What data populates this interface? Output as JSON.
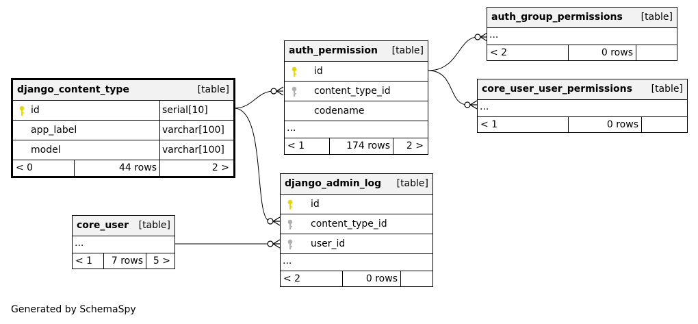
{
  "colors": {
    "primary_key": "#e6d800",
    "foreign_key": "#b0b0b0",
    "header_bg": "#f2f2f2"
  },
  "tables": {
    "django_content_type": {
      "name": "django_content_type",
      "kind": "[table]",
      "columns": [
        {
          "name": "id",
          "type": "serial[10]",
          "key": "primary-key-icon"
        },
        {
          "name": "app_label",
          "type": "varchar[100]"
        },
        {
          "name": "model",
          "type": "varchar[100]"
        }
      ],
      "footer": {
        "parents": "< 0",
        "rows": "44 rows",
        "children": "2 >"
      }
    },
    "auth_permission": {
      "name": "auth_permission",
      "kind": "[table]",
      "columns": [
        {
          "name": "id",
          "key": "primary-key-icon"
        },
        {
          "name": "content_type_id",
          "key": "foreign-key-icon"
        },
        {
          "name": "codename"
        }
      ],
      "more": "...",
      "footer": {
        "parents": "< 1",
        "rows": "174 rows",
        "children": "2 >"
      }
    },
    "auth_group_permissions": {
      "name": "auth_group_permissions",
      "kind": "[table]",
      "more": "...",
      "footer": {
        "parents": "< 2",
        "rows": "0 rows",
        "children": ""
      }
    },
    "core_user_user_permissions": {
      "name": "core_user_user_permissions",
      "kind": "[table]",
      "more": "...",
      "footer": {
        "parents": "< 1",
        "rows": "0 rows",
        "children": ""
      }
    },
    "django_admin_log": {
      "name": "django_admin_log",
      "kind": "[table]",
      "columns": [
        {
          "name": "id",
          "key": "primary-key-icon"
        },
        {
          "name": "content_type_id",
          "key": "foreign-key-icon"
        },
        {
          "name": "user_id",
          "key": "foreign-key-icon"
        }
      ],
      "more": "...",
      "footer": {
        "parents": "< 2",
        "rows": "0 rows",
        "children": ""
      }
    },
    "core_user": {
      "name": "core_user",
      "kind": "[table]",
      "more": "...",
      "footer": {
        "parents": "< 1",
        "rows": "7 rows",
        "children": "5 >"
      }
    }
  },
  "generated_by": "Generated by SchemaSpy"
}
